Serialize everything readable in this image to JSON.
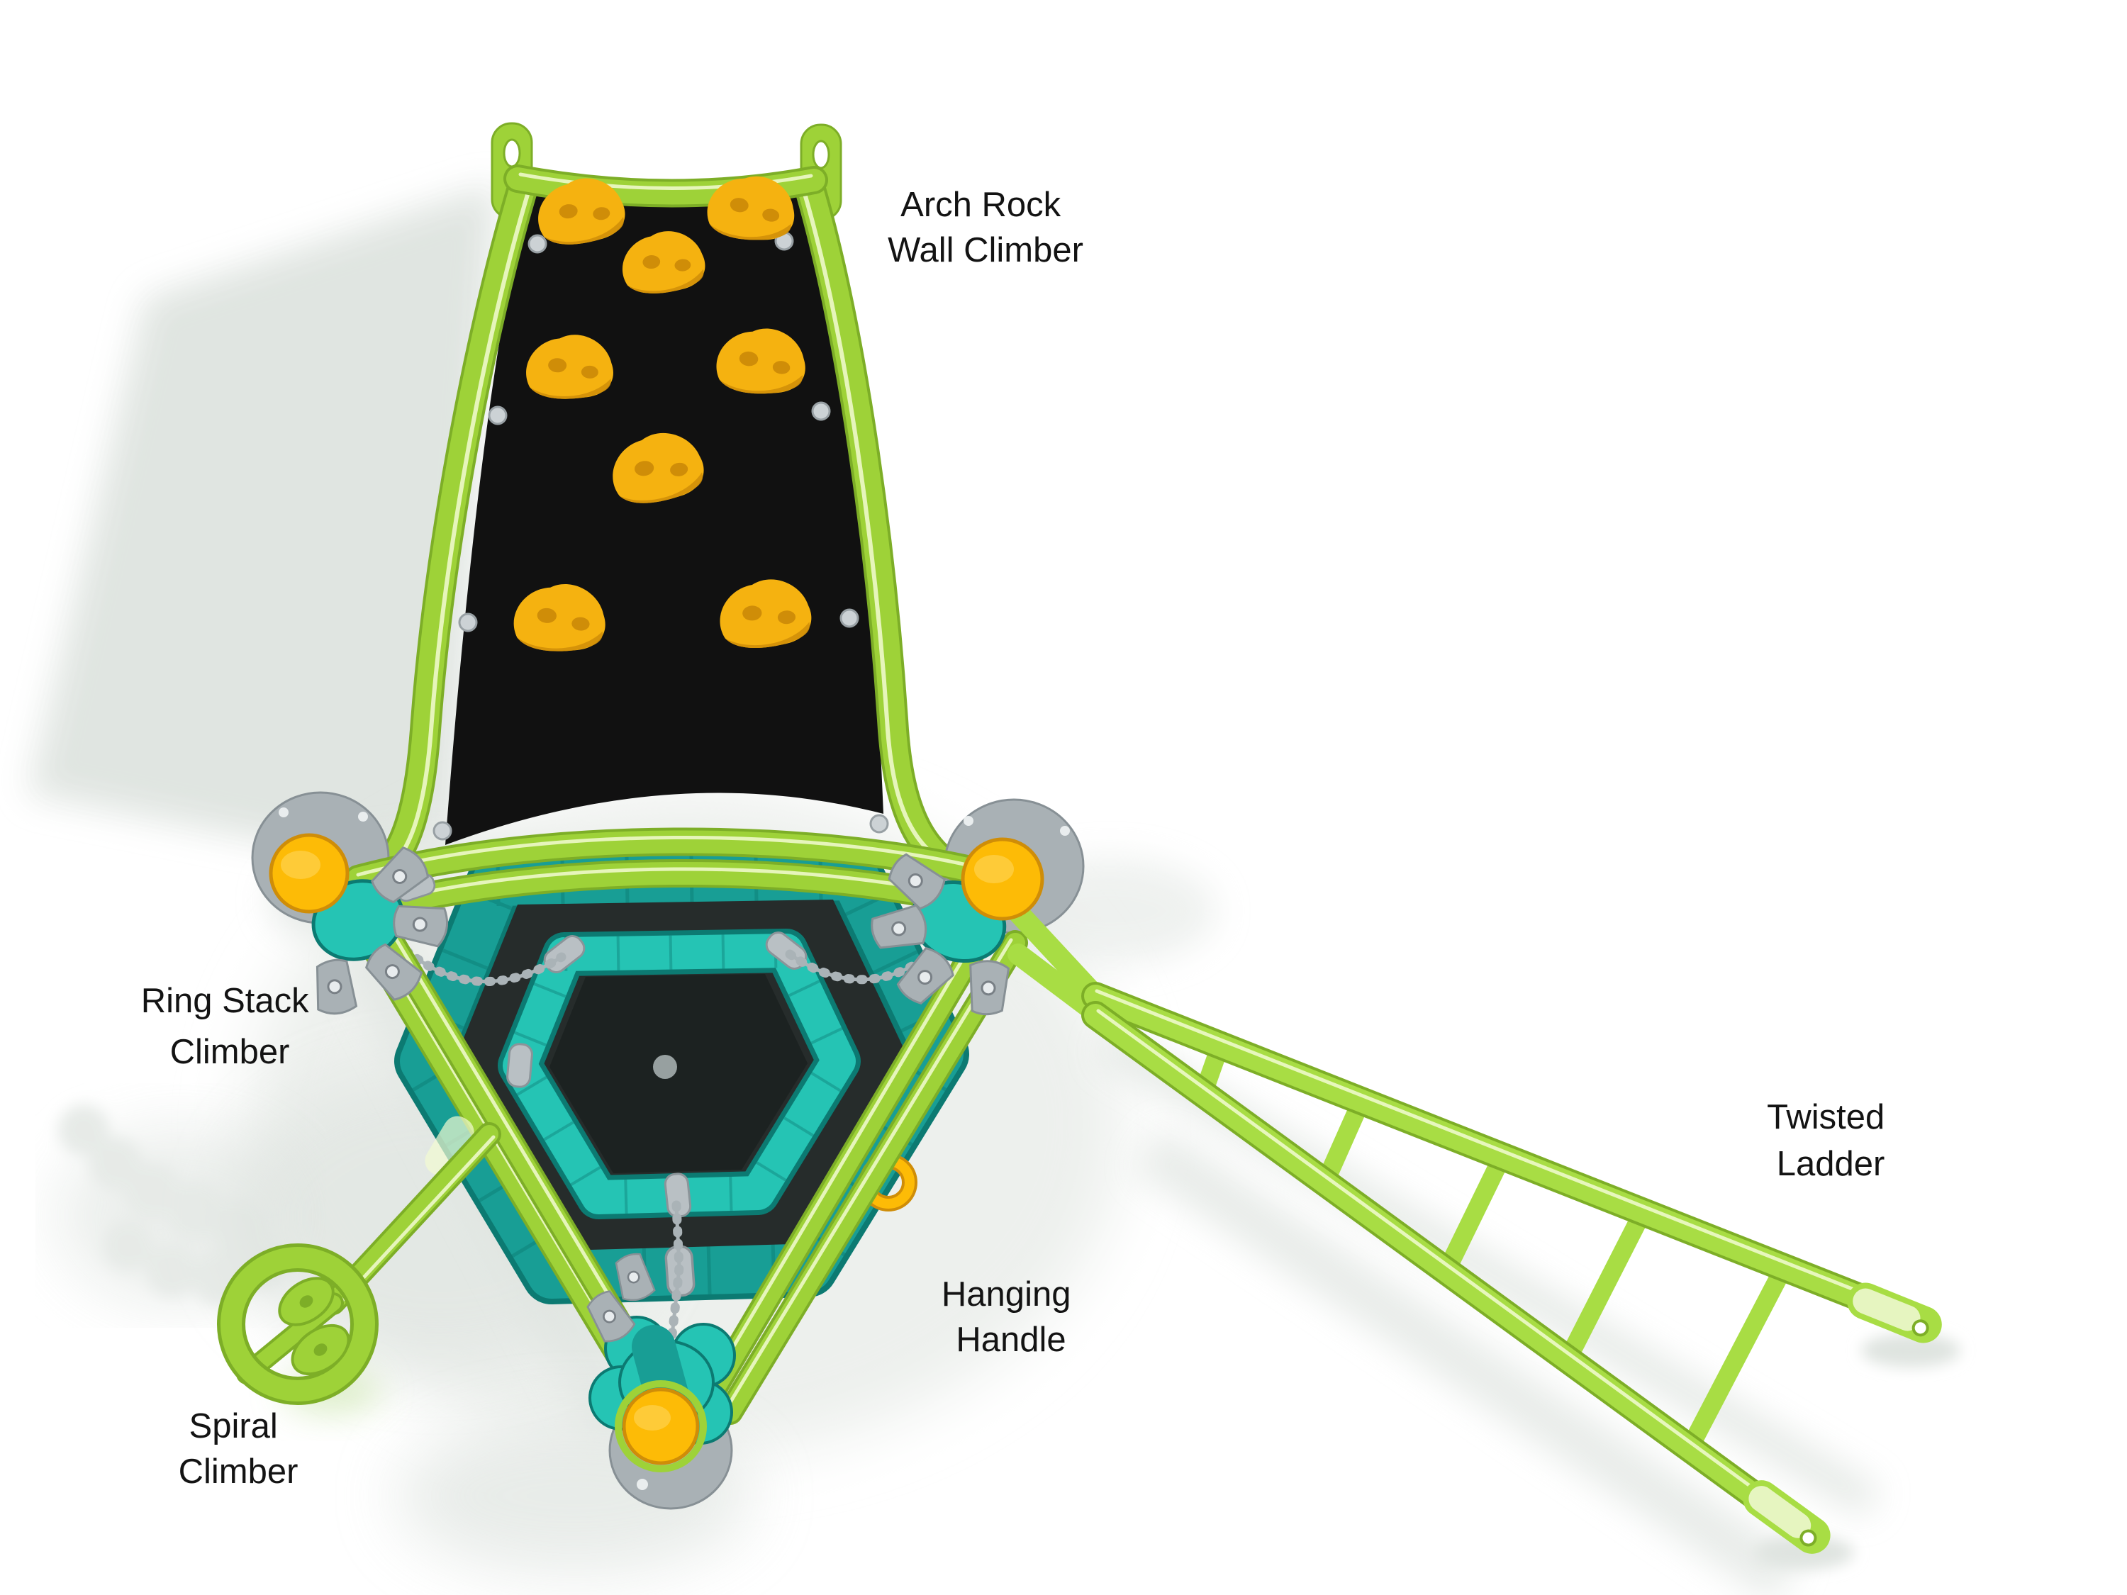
{
  "labels": {
    "arch_rock": {
      "line1": "Arch Rock",
      "line2": "Wall Climber"
    },
    "ring_stack": {
      "line1": "Ring Stack",
      "line2": "Climber"
    },
    "twisted_ladder": {
      "line1": "Twisted",
      "line2": "Ladder"
    },
    "hanging_handle": {
      "line1": "Hanging",
      "line2": "Handle"
    },
    "spiral_climber": {
      "line1": "Spiral",
      "line2": "Climber"
    }
  },
  "colors": {
    "background": "#ffffff",
    "shadow": "#dfe4e0",
    "shadow_light": "#edf0ed",
    "shadow_green": "#cfe7b2",
    "green": "#9ed238",
    "green_dark": "#7dae27",
    "green_stripe": "#f2fbd2",
    "ladder_green": "#a8dd44",
    "panel_black": "#111111",
    "hold_yellow": "#f5b210",
    "hold_yellow_dark": "#cf8d08",
    "cap_yellow": "#fdbb06",
    "teal": "#189e95",
    "teal_dark": "#0c7a72",
    "teal_bright": "#25c4b4",
    "hex_interior": "#262c2b",
    "hex_inner_dark": "#1c2221",
    "steel": "#a9b1b5",
    "steel_dark": "#879095",
    "bolt_silver": "#ccd2d5",
    "chain_silver": "#aab3b7",
    "tab_pale": "#e6f5c0",
    "label_text": "#131313"
  }
}
